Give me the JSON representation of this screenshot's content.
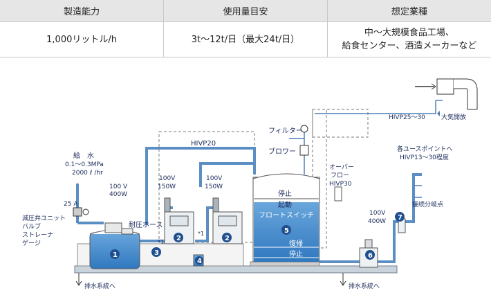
{
  "spec_table": {
    "headers": [
      "製造能力",
      "使用量目安",
      "想定業種"
    ],
    "row": {
      "capacity": "1,000リットル/h",
      "usage": "3t〜12t/日（最大24t/日）",
      "industry_line1": "中〜大規模食品工場、",
      "industry_line2": "給食センター、酒造メーカーなど"
    }
  },
  "labels": {
    "water_supply": "給　水",
    "water_pressure": "0.1〜0.3MPa",
    "water_flow": "2000 ℓ /hr",
    "valve_25a": "25 A",
    "valve_unit_1": "減圧弁ユニット",
    "valve_unit_2": "バルブ",
    "valve_unit_3": "ストレーナ",
    "valve_unit_4": "ゲージ",
    "power_1_v": "100 V",
    "power_1_w": "400W",
    "pressure_hose": "耐圧ホース",
    "hivp20": "HIVP20",
    "power_2_v": "100V",
    "power_2_w": "150W",
    "power_3_v": "100V",
    "power_3_w": "150W",
    "note_1a": "*1",
    "note_1b": "*1",
    "filter": "フィルター",
    "blower": "ブロワー",
    "hivp25_30": "HIVP25〜30",
    "atmosphere": "大気開放",
    "stop_top": "停止",
    "start": "起動",
    "float_switch": "フロートスイッチ",
    "recover": "復帰",
    "stop_bottom": "停止",
    "overflow_1": "オーバー",
    "overflow_2": "フロー",
    "overflow_pipe": "HIVP30",
    "power_4_v": "100V",
    "power_4_w": "400W",
    "use_points_1": "各ユースポイントへ",
    "use_points_2": "HIVP13〜30程度",
    "branch_point": "接続分岐点",
    "drain_left": "排水系統へ",
    "drain_right": "排水系統へ"
  },
  "numbers": [
    "1",
    "2",
    "2",
    "3",
    "4",
    "5",
    "6",
    "7"
  ],
  "colors": {
    "pipe": "#5b8fc4",
    "water": "#3f86c8",
    "badge": "#1f4f8f",
    "base": "#8c9aa6"
  }
}
